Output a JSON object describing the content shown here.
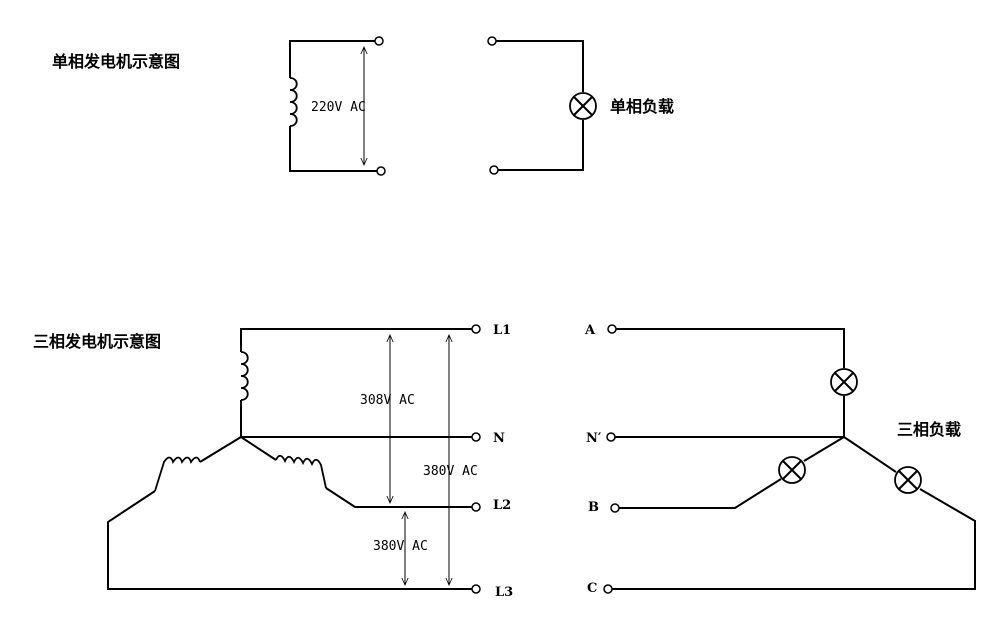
{
  "single_phase": {
    "title": "单相发电机示意图",
    "voltage": "220V AC",
    "load_label": "单相负载"
  },
  "three_phase": {
    "title": "三相发电机示意图",
    "voltage_phase": "308V AC",
    "voltage_line_l1_l3": "380V AC",
    "voltage_line_l2_l3": "380V AC",
    "terminals": [
      "L1",
      "N",
      "L2",
      "L3"
    ],
    "load_terminals": [
      "A",
      "N′",
      "B",
      "C"
    ],
    "load_label": "三相负载"
  }
}
